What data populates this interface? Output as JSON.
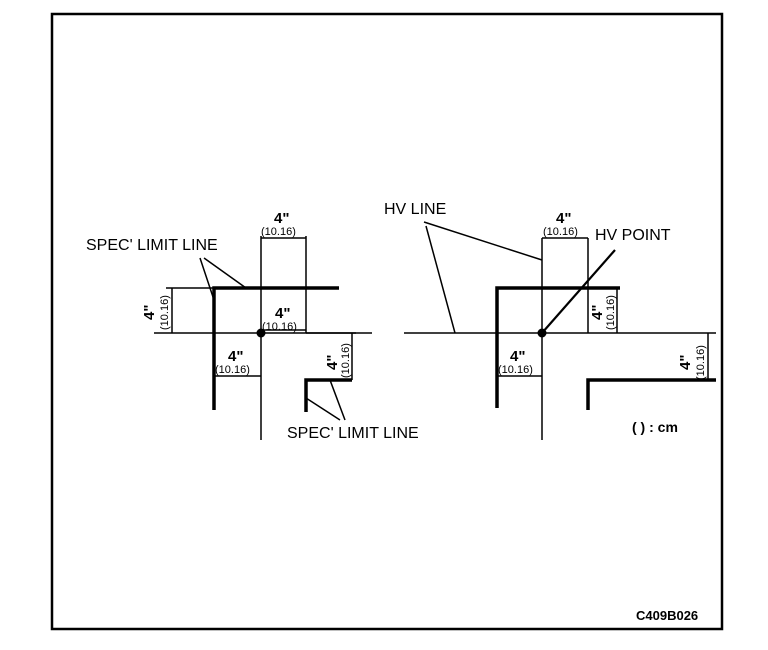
{
  "labels": {
    "spec_limit_line_left": "SPEC' LIMIT LINE",
    "spec_limit_line_bottom": "SPEC' LIMIT LINE",
    "hv_line": "HV LINE",
    "hv_point": "HV POINT",
    "unit_note": "(  ) : cm",
    "figure_code": "C409B026"
  },
  "dimensions": {
    "inch": "4\"",
    "cm": "(10.16)"
  }
}
